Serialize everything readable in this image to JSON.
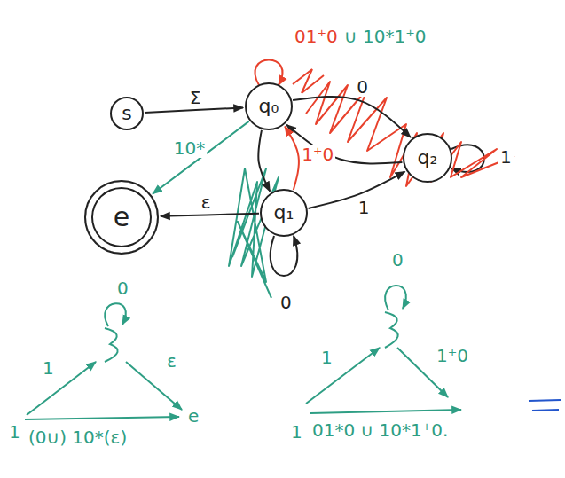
{
  "diagram": {
    "nodes": [
      {
        "text": [
          "s"
        ]
      },
      {
        "text": [
          "q₀"
        ]
      },
      {
        "text": [
          "q₂"
        ]
      },
      {
        "text": [
          "e"
        ]
      },
      {
        "text": [
          "q₁"
        ]
      }
    ],
    "edges": [
      {
        "from": 0,
        "to": 1,
        "arrow": "to",
        "label": "Σ"
      },
      {
        "from": 1,
        "to": 2,
        "arrow": "to",
        "label": "0"
      },
      {
        "from": 2,
        "to": 1,
        "arrow": "to"
      },
      {
        "from": 1,
        "to": 3,
        "arrow": "to",
        "label": "10*"
      },
      {
        "from": 4,
        "to": 1,
        "arrow": "to",
        "label": "1⁺0"
      },
      {
        "from": 1,
        "to": 4,
        "arrow": "to"
      },
      {
        "from": 4,
        "to": 3,
        "arrow": "to",
        "label": "ε"
      },
      {
        "from": 4,
        "to": 2,
        "arrow": "to",
        "label": "1"
      }
    ],
    "labels": [
      "01⁺0",
      "∪ 10*1⁺0",
      "0",
      "1",
      "0",
      "1",
      "ε",
      "e",
      "1",
      "(0∪) 10*(ε)",
      "0",
      "1",
      "1⁺0",
      "1",
      "01*0 ∪ 10*1⁺0."
    ]
  }
}
